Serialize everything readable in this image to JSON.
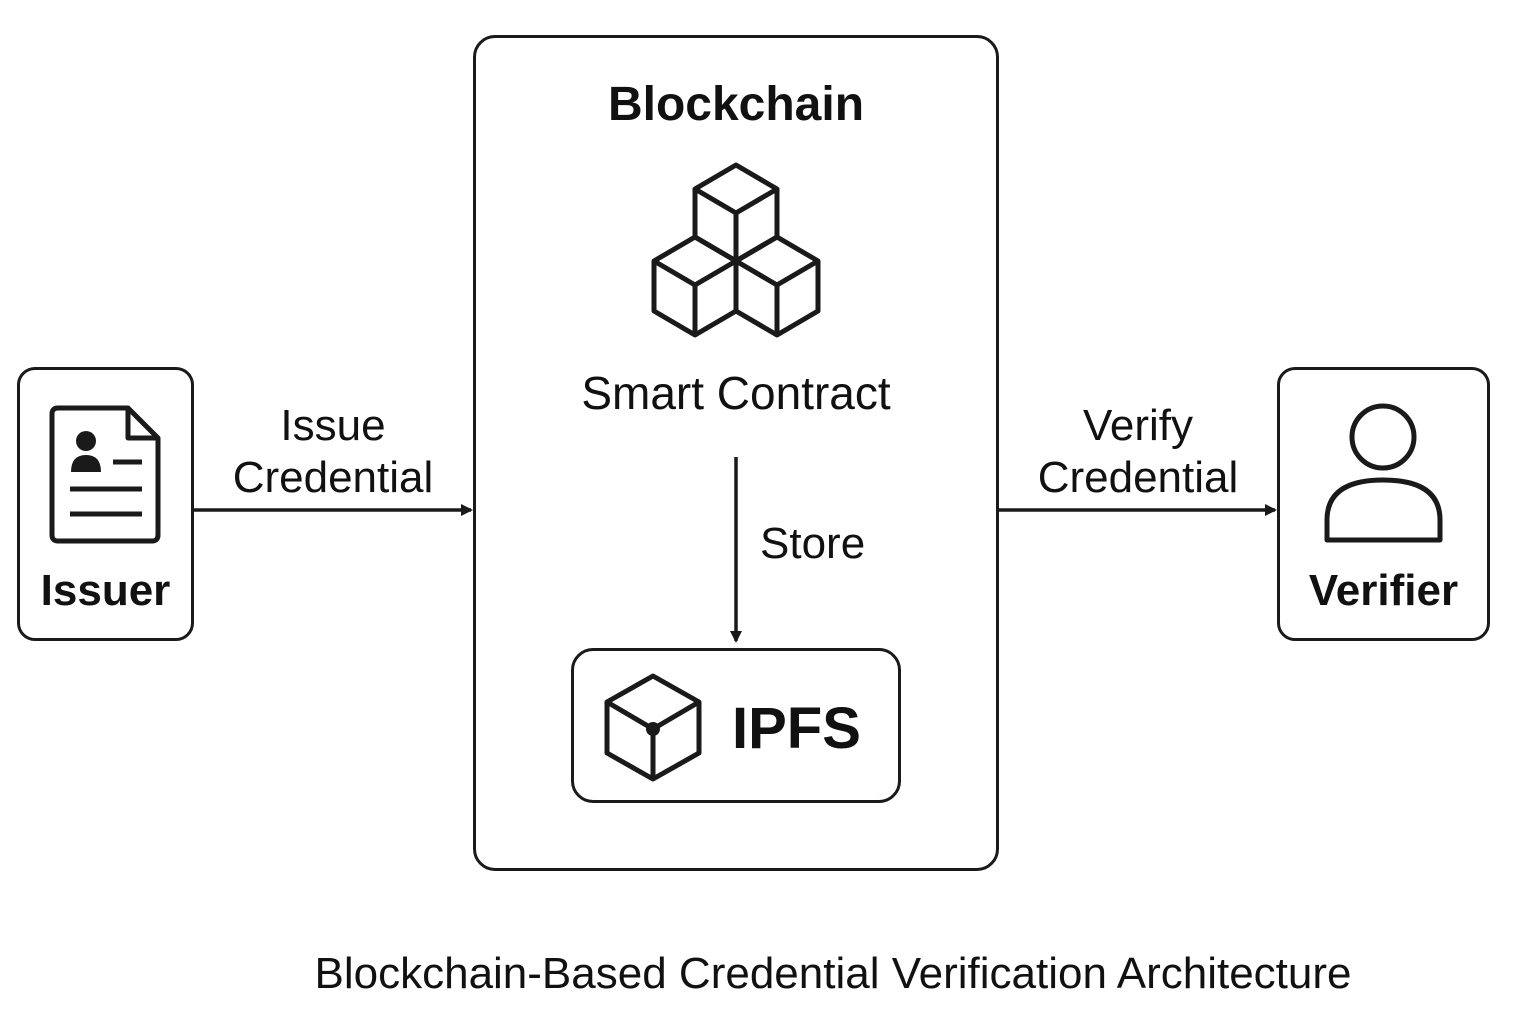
{
  "nodes": {
    "issuer": {
      "label": "Issuer",
      "icon": "credential-document-icon"
    },
    "blockchain": {
      "title": "Blockchain",
      "icon": "cubes-icon",
      "component_label": "Smart Contract"
    },
    "ipfs": {
      "label": "IPFS",
      "icon": "ipfs-cube-icon"
    },
    "verifier": {
      "label": "Verifier",
      "icon": "user-icon"
    }
  },
  "edges": {
    "issue": {
      "line1": "Issue",
      "line2": "Credential"
    },
    "store": {
      "label": "Store"
    },
    "verify": {
      "line1": "Verify",
      "line2": "Credential"
    }
  },
  "caption": "Blockchain-Based Credential Verification Architecture",
  "colors": {
    "stroke": "#1a1a1a",
    "background": "#ffffff"
  }
}
